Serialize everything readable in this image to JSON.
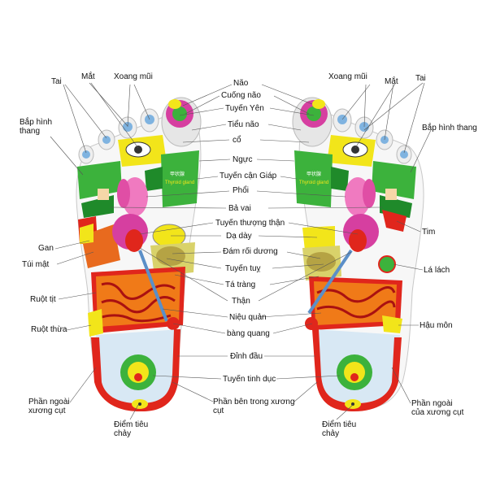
{
  "labels": {
    "left": {
      "tai": "Tai",
      "mat": "Mắt",
      "xoang_mui": "Xoang mũi",
      "bap_hinh_thang": "Bắp hình\nthang",
      "gan": "Gan",
      "tui_mat": "Túi mật",
      "ruot_tit": "Ruột tịt",
      "ruot_thua": "Ruột thừa",
      "phan_ngoai_xuong_cut": "Phần ngoài\nxương cụt",
      "diem_tieu_chay": "Điểm tiêu\nchảy"
    },
    "center": {
      "nao": "Não",
      "cuong_nao": "Cuống não",
      "tuyen_yen": "Tuyến Yên",
      "tieu_nao": "Tiểu não",
      "co": "cổ",
      "nguc": "Ngực",
      "tuyen_can_giap": "Tuyến cận Giáp",
      "phoi": "Phổi",
      "ba_vai": "Bả vai",
      "tuyen_thuong_than": "Tuyến thượng thận",
      "da_day": "Dạ dày",
      "dam_roi_duong": "Đám rối dương",
      "tuyen_tuy": "Tuyến tuỵ",
      "ta_trang": "Tá tràng",
      "than": "Thận",
      "nieu_quan": "Niệu quản",
      "bang_quang": "bàng quang",
      "dinh_dau": "Đỉnh đầu",
      "tuyen_tinh_duc": "Tuyến tinh dục",
      "phan_ben_trong": "Phần bên trong xương\ncụt"
    },
    "right": {
      "xoang_mui": "Xoang mũi",
      "mat": "Mắt",
      "tai": "Tai",
      "bap_hinh_thang": "Bắp hình thang",
      "tim": "Tim",
      "la_lach": "Lá lách",
      "hau_mon": "Hậu môn",
      "phan_ngoai": "Phần ngoài\ncủa xương cụt",
      "diem_tieu_chay": "Điểm tiêu\nchảy"
    }
  },
  "thyroid_text": "Thyroid gland",
  "colors": {
    "green": "#3cb23c",
    "dark_green": "#1f8a2a",
    "yellow": "#f2e51a",
    "red": "#e0261c",
    "orange": "#e86a1e",
    "magenta": "#d63fa0",
    "pink": "#f07ac0",
    "light_blue": "#cfe3f2",
    "blue": "#5b8fc8",
    "skin": "#f6d7a8"
  }
}
